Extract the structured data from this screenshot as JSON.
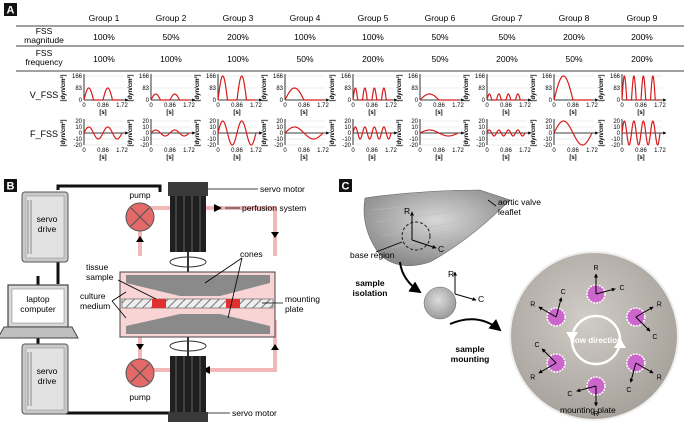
{
  "panel_labels": {
    "a": "A",
    "b": "B",
    "c": "C"
  },
  "table": {
    "groups": [
      "Group 1",
      "Group 2",
      "Group 3",
      "Group 4",
      "Group 5",
      "Group 6",
      "Group 7",
      "Group 8",
      "Group 9"
    ],
    "magnitude_label_1": "FSS",
    "magnitude_label_2": "magnitude",
    "frequency_label_1": "FSS",
    "frequency_label_2": "frequency",
    "magnitude": [
      "100%",
      "50%",
      "200%",
      "100%",
      "100%",
      "50%",
      "50%",
      "200%",
      "200%"
    ],
    "frequency": [
      "100%",
      "100%",
      "100%",
      "50%",
      "200%",
      "50%",
      "200%",
      "50%",
      "200%"
    ]
  },
  "waveforms": {
    "v_label": "V_FSS",
    "f_label": "F_FSS",
    "unit": "[dyn/cm²]",
    "time_unit": "[s]",
    "v_ticks": [
      "166",
      "83",
      "0"
    ],
    "f_ticks": [
      "20",
      "10",
      "0",
      "-10",
      "-20"
    ],
    "x_ticks": [
      "0",
      "0.86",
      "1.72"
    ]
  },
  "chart_data": [
    {
      "type": "line",
      "title": "",
      "series_label": "V_FSS",
      "xlabel": "[s]",
      "ylabel": "[dyn/cm²]",
      "xlim": [
        0,
        1.72
      ],
      "ylim": [
        0,
        166
      ],
      "groups": [
        {
          "group": "Group 1",
          "peak": 83,
          "cycles_per_period": 2
        },
        {
          "group": "Group 2",
          "peak": 41.5,
          "cycles_per_period": 2
        },
        {
          "group": "Group 3",
          "peak": 166,
          "cycles_per_period": 2
        },
        {
          "group": "Group 4",
          "peak": 83,
          "cycles_per_period": 1
        },
        {
          "group": "Group 5",
          "peak": 83,
          "cycles_per_period": 4
        },
        {
          "group": "Group 6",
          "peak": 41.5,
          "cycles_per_period": 1
        },
        {
          "group": "Group 7",
          "peak": 41.5,
          "cycles_per_period": 4
        },
        {
          "group": "Group 8",
          "peak": 166,
          "cycles_per_period": 1
        },
        {
          "group": "Group 9",
          "peak": 166,
          "cycles_per_period": 4
        }
      ]
    },
    {
      "type": "line",
      "title": "",
      "series_label": "F_FSS",
      "xlabel": "[s]",
      "ylabel": "[dyn/cm²]",
      "xlim": [
        0,
        1.72
      ],
      "ylim": [
        -20,
        20
      ],
      "groups": [
        {
          "group": "Group 1",
          "amplitude": 10,
          "cycles_per_period": 2
        },
        {
          "group": "Group 2",
          "amplitude": 5,
          "cycles_per_period": 2
        },
        {
          "group": "Group 3",
          "amplitude": 20,
          "cycles_per_period": 2
        },
        {
          "group": "Group 4",
          "amplitude": 10,
          "cycles_per_period": 1
        },
        {
          "group": "Group 5",
          "amplitude": 10,
          "cycles_per_period": 4
        },
        {
          "group": "Group 6",
          "amplitude": 5,
          "cycles_per_period": 1
        },
        {
          "group": "Group 7",
          "amplitude": 5,
          "cycles_per_period": 4
        },
        {
          "group": "Group 8",
          "amplitude": 20,
          "cycles_per_period": 1
        },
        {
          "group": "Group 9",
          "amplitude": 20,
          "cycles_per_period": 4
        }
      ]
    }
  ],
  "panel_b": {
    "servo_drive": [
      "servo",
      "drive"
    ],
    "servo_motor": "servo motor",
    "pump": "pump",
    "perfusion_system": "perfusion system",
    "cones": "cones",
    "tissue_sample": [
      "tissue",
      "sample"
    ],
    "culture_medium": [
      "culture",
      "medium"
    ],
    "mounting_plate": [
      "mounting",
      "plate"
    ],
    "laptop_computer": [
      "laptop",
      "computer"
    ],
    "colors": {
      "pink": "#f6c6c6",
      "red": "#e03030",
      "pump": "#e46a6a",
      "gray": "#888888"
    }
  },
  "panel_c": {
    "aortic_valve_leaflet": [
      "aortic valve",
      "leaflet"
    ],
    "base_region": "base region",
    "sample_isolation": [
      "sample",
      "isolation"
    ],
    "sample_mounting": [
      "sample",
      "mounting"
    ],
    "flow_direction": "flow direction",
    "mounting_plate": "mounting plate",
    "axis_r": "R",
    "axis_c": "C",
    "sample_color": "#cc66cc"
  }
}
